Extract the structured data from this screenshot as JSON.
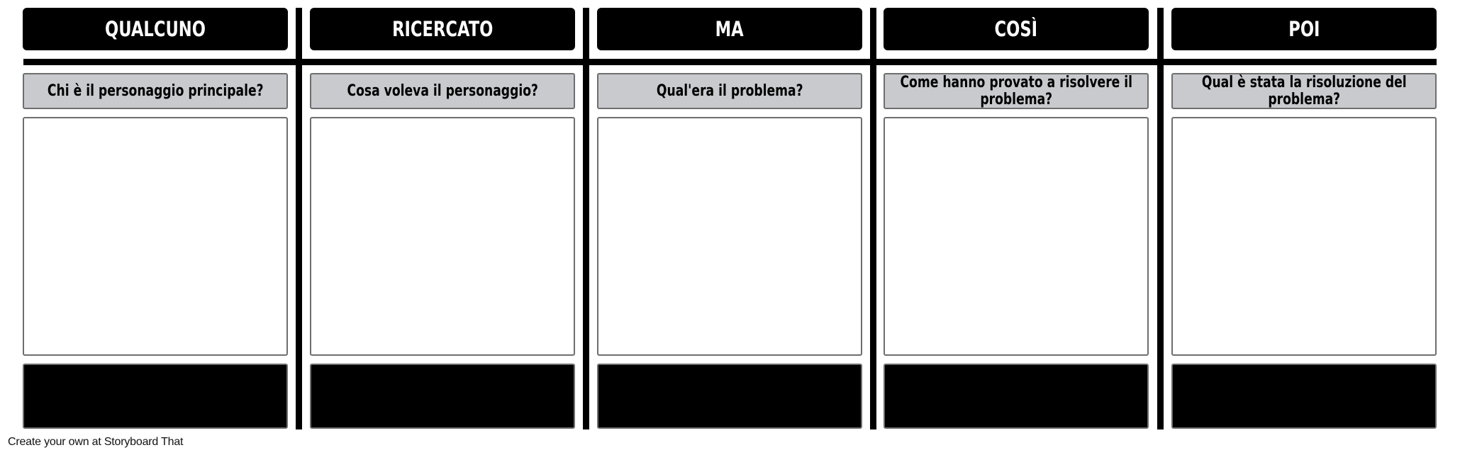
{
  "storyboard": {
    "columns": [
      {
        "header": "QUALCUNO",
        "question": "Chi è il personaggio principale?",
        "answer": ""
      },
      {
        "header": "RICERCATO",
        "question": "Cosa voleva il personaggio?",
        "answer": ""
      },
      {
        "header": "MA",
        "question": "Qual'era il problema?",
        "answer": ""
      },
      {
        "header": "COSÌ",
        "question": "Come hanno provato a risolvere il problema?",
        "answer": ""
      },
      {
        "header": "POI",
        "question": "Qual è stata la risoluzione del problema?",
        "answer": ""
      }
    ]
  },
  "footer": {
    "credit": "Create your own at Storyboard That"
  },
  "colors": {
    "header_bg": "#000000",
    "header_text": "#ffffff",
    "question_bg": "#c8cacd",
    "box_border": "#6e6e6e",
    "divider": "#000000"
  }
}
